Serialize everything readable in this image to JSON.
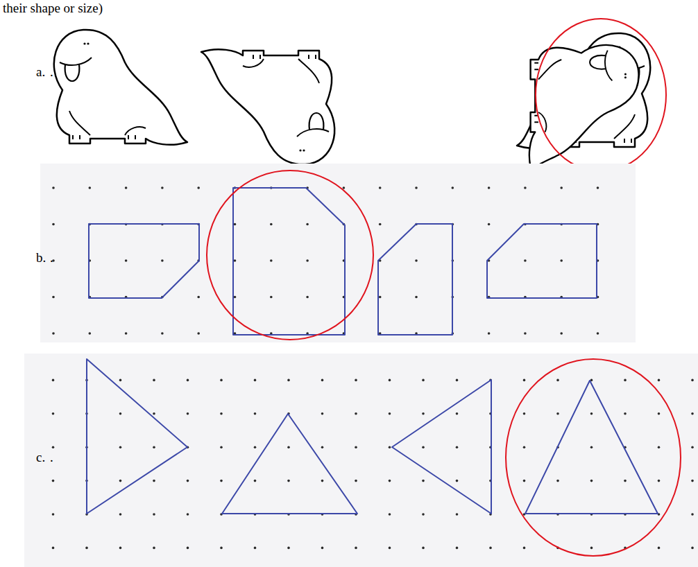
{
  "diagram": {
    "labels": [
      "their shape or size)",
      "a.",
      ".",
      "b.",
      ".",
      "c.",
      "."
    ]
  }
}
